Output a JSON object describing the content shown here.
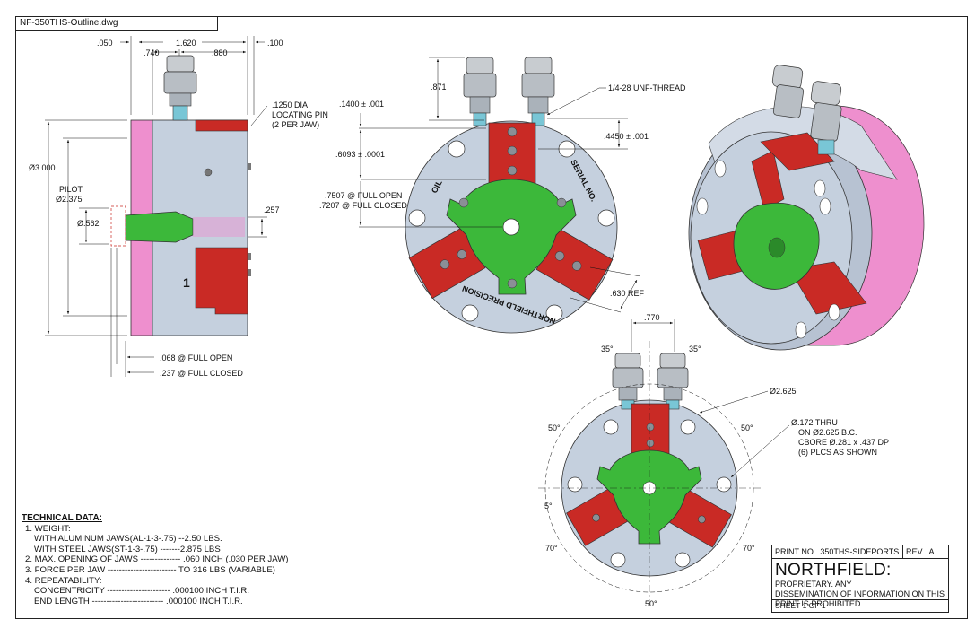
{
  "file_tab": "NF-350THS-Outline.dwg",
  "side_view": {
    "dim_050": ".050",
    "dim_1620": "1.620",
    "dim_100": ".100",
    "dim_740": ".740",
    "dim_880": ".880",
    "locating_pin_1": ".1250 DIA",
    "locating_pin_2": "LOCATING PIN",
    "locating_pin_3": "(2 PER JAW)",
    "dia_3000": "Ø3.000",
    "pilot_1": "PILOT",
    "pilot_2": "Ø2.375",
    "dia_562": "Ø.562",
    "dim_257": ".257",
    "jaw_number": "1",
    "full_open": ".068 @ FULL OPEN",
    "full_closed": ".237 @ FULL CLOSED"
  },
  "front_view": {
    "dim_871": ".871",
    "thread": "1/4-28 UNF-THREAD",
    "dim_1400": ".1400 ± .001",
    "dim_4450": ".4450 ± .001",
    "dim_6093": ".6093 ± .0001",
    "dim_7507": ".7507 @ FULL OPEN",
    "dim_7207": ".7207 @ FULL CLOSED",
    "dim_630": ".630 REF",
    "label_oil": "OIL",
    "label_serial": "SERIAL NO.",
    "label_brand": "NORTHFIELD PRECISION"
  },
  "bottom_view": {
    "dim_770": ".770",
    "ang_35a": "35°",
    "ang_35b": "35°",
    "ang_50a": "50°",
    "ang_50b": "50°",
    "ang_5": "5°",
    "ang_70a": "70°",
    "ang_70b": "70°",
    "ang_50c": "50°",
    "dia_2625": "Ø2.625",
    "thru_1": "Ø.172 THRU",
    "thru_2": "ON Ø2.625 B.C.",
    "thru_3": "CBORE Ø.281 x .437 DP",
    "thru_4": "(6) PLCS AS SHOWN"
  },
  "technical_data": {
    "header": "TECHNICAL DATA:",
    "lines": [
      {
        "text": "1. WEIGHT:",
        "indent": 1
      },
      {
        "text": "WITH ALUMINUM JAWS(AL-1-3-.75) --2.50 LBS.",
        "indent": 2
      },
      {
        "text": "WITH STEEL JAWS(ST-1-3-.75) -------2.875 LBS",
        "indent": 2
      },
      {
        "text": "2. MAX. OPENING OF JAWS -------------- .060 INCH (.030 PER JAW)",
        "indent": 1
      },
      {
        "text": "3. FORCE PER JAW ------------------------ TO 316 LBS (VARIABLE)",
        "indent": 1
      },
      {
        "text": "4. REPEATABILITY:",
        "indent": 1
      },
      {
        "text": "CONCENTRICITY ---------------------- .000100 INCH T.I.R.",
        "indent": 2
      },
      {
        "text": "END LENGTH ------------------------- .000100 INCH T.I.R.",
        "indent": 2
      }
    ]
  },
  "title_block": {
    "print_no_label": "PRINT NO.",
    "print_no": "350THS-SIDEPORTS",
    "rev_label": "REV",
    "rev": "A",
    "company": "NORTHFIELD:",
    "notice_a": "PROPRIETARY. ANY",
    "notice_b": "DISSEMINATION OF INFORMATION ON THIS",
    "notice_c": "PRINT IS PROHIBITED.",
    "sheet_label": "SHEET",
    "sheet": "1",
    "of_label": "OF",
    "sheets": "1"
  },
  "colors": {
    "body": "#c5d0de",
    "jaw": "#c92a25",
    "center": "#3cb83a",
    "face": "#ee8fce",
    "fitting": "#c8ccd0",
    "port": "#79c6d6"
  }
}
